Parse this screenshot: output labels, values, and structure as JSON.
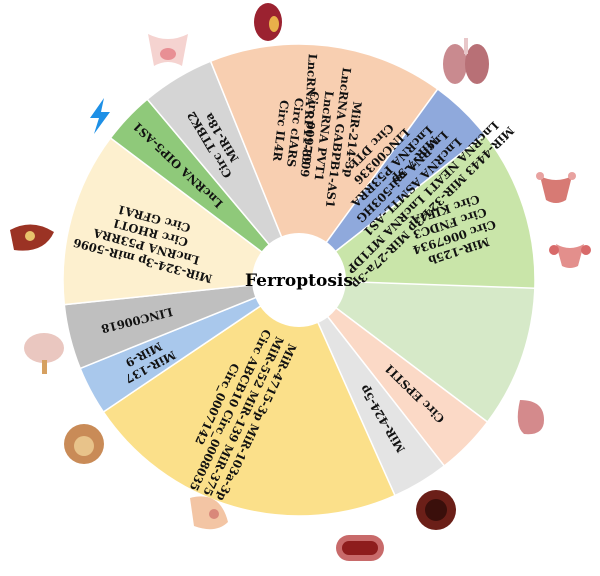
{
  "center_label": "Ferroptosis",
  "sectors": [
    {
      "id": "kidney",
      "color": "#4a78c7",
      "lines": [
        "LncRNA RP11-89"
      ],
      "icon": "kidney-icon"
    },
    {
      "id": "lung",
      "color": "#d6e9c8",
      "lines": [
        "MiR-4443  MiR-324-3p  MiR-27a-3p",
        "LncRNA NEAT1   LncRNA MT1DP",
        "LncRNA ASMTL-AS1",
        "LncRNA mir503HG",
        "LncRNA P53RRA",
        "LINC00336",
        "Circ DTL"
      ],
      "icon": "lung-icon"
    },
    {
      "id": "uterus",
      "color": "#fbd9c6",
      "lines": [
        "Circ EPSTI1"
      ],
      "icon": "uterus-icon"
    },
    {
      "id": "ovary",
      "color": "#e4e4e4",
      "lines": [
        "MiR-424-5p"
      ],
      "icon": "ovary-icon"
    },
    {
      "id": "stomach",
      "color": "#fbe08a",
      "lines": [
        "MiR-4715-3p  MiR-103a-3p",
        "MiR-552  MiR-139  MiR-375",
        "Circ ABCB10 Circ_0008035",
        "Circ_0007142"
      ],
      "icon": "stomach-icon"
    },
    {
      "id": "colon",
      "color": "#a9c8ec",
      "lines": [
        "MiR-137",
        "MiR-9"
      ],
      "icon": "colon-tumor-icon"
    },
    {
      "id": "vessel",
      "color": "#bfbfbf",
      "lines": [
        "LINC00618"
      ],
      "icon": "blood-vessel-icon"
    },
    {
      "id": "breast",
      "color": "#fdf0cf",
      "lines": [
        "MiR-324-3p  miR-5096",
        "LncRNA P53RRA",
        "Circ RHOT1",
        "Circ GFRA1"
      ],
      "icon": "breast-icon"
    },
    {
      "id": "prostate",
      "color": "#8fc97a",
      "lines": [
        "LncRNA OIP5-AS1"
      ],
      "icon": "prostate-icon"
    },
    {
      "id": "brain",
      "color": "#d5d5d5",
      "lines": [
        "Circ TTBK2",
        "MiR-18a"
      ],
      "icon": "brain-icon"
    },
    {
      "id": "liver",
      "color": "#f8cfb1",
      "lines": [
        "MiR-214-3p",
        "LncRNA GABPB1-AS1",
        "LncRNA PVT1",
        "Circ 0097009",
        "Circ cIARS",
        "Circ IL4R"
      ],
      "icon": "liver-icon"
    },
    {
      "id": "lightning",
      "color": "#8fa9dc",
      "lines": [
        "MiR-7-5p"
      ],
      "icon": "lightning-icon"
    },
    {
      "id": "thyroid",
      "color": "#c9e5a9",
      "lines": [
        "MiR-125b",
        "Circ 0067934",
        "Circ FNDC3",
        "Circ KIF4A"
      ],
      "icon": "thyroid-icon"
    }
  ]
}
